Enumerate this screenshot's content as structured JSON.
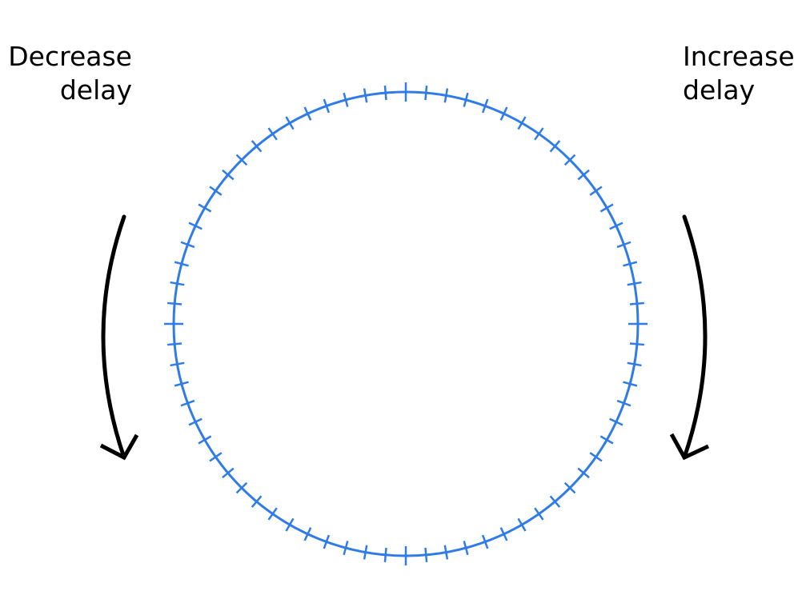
{
  "labels": {
    "decrease": [
      "Decrease",
      "delay"
    ],
    "increase": [
      "Increase",
      "delay"
    ]
  },
  "dial": {
    "tick_count": 72,
    "major_every": 18
  },
  "colors": {
    "dial": "#2f7be8",
    "arrows": "#000000",
    "text": "#000000",
    "background": "#ffffff"
  },
  "arrows": {
    "left": {
      "direction": "down",
      "meaning": "counter-clockwise"
    },
    "right": {
      "direction": "down",
      "meaning": "clockwise"
    }
  }
}
